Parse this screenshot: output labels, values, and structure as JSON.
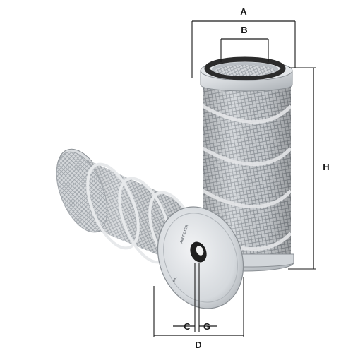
{
  "dimensions": {
    "a": "A",
    "b": "B",
    "c": "C",
    "g": "G",
    "d": "D",
    "h": "H"
  },
  "product": {
    "end_cap_text": "AIR FILTER",
    "badge_text": "FIL"
  },
  "colors": {
    "media": "#c9cdd1",
    "mesh": "#8e949a",
    "metal": "#d7dade",
    "seal": "#2b2b2b",
    "line": "#1a1a1a"
  }
}
